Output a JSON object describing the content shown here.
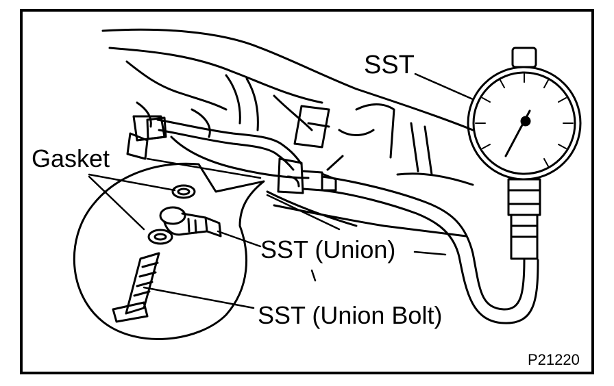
{
  "labels": {
    "sst": "SST",
    "gasket": "Gasket",
    "sst_union": "SST (Union)",
    "sst_union_bolt": "SST (Union Bolt)",
    "figure_code": "P21220"
  },
  "colors": {
    "ink": "#000000",
    "paper": "#ffffff"
  }
}
